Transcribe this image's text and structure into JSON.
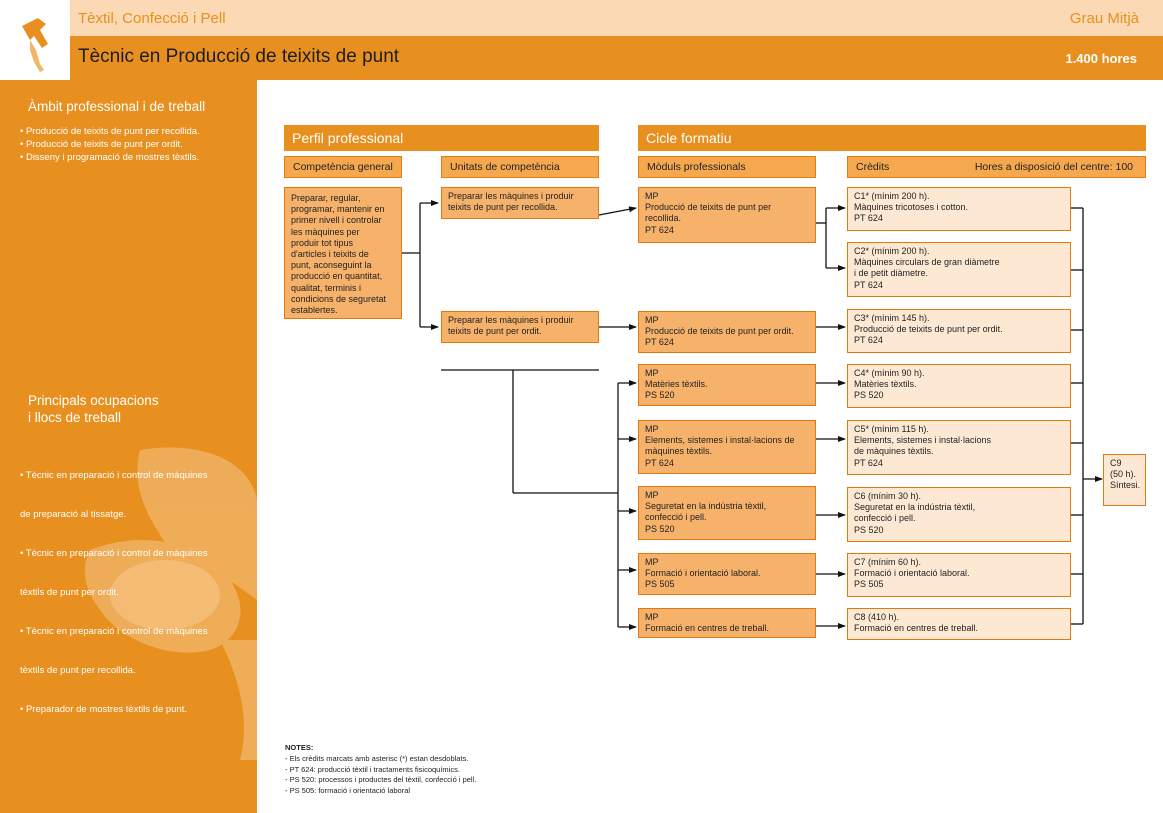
{
  "header": {
    "family": "Tèxtil, Confecció i Pell",
    "grade": "Grau Mitjà",
    "title": "Tècnic en Producció de teixits de punt",
    "hours": "1.400 hores"
  },
  "sidebar": {
    "ambit_title": "Àmbit professional i de treball",
    "ambit_items": [
      "• Producció de teixits de punt per recollida.",
      "• Producció de teixits de punt per ordit.",
      "• Disseny i programació de mostres tèxtils."
    ],
    "ocupacions_title_1": "Principals ocupacions",
    "ocupacions_title_2": "i llocs de treball",
    "ocupacions_items": [
      "• Tècnic en preparació i control de màquines",
      "  de preparació al tissatge.",
      "• Tècnic en preparació i control de màquines",
      "  tèxtils de punt per ordit.",
      "• Tècnic en preparació i control de màquines",
      "  tèxtils de punt per recollida.",
      "• Preparador de mostres tèxtils de punt."
    ]
  },
  "perfil": {
    "title": "Perfil professional",
    "competencia_header": "Competència general",
    "unitats_header": "Unitats de competència",
    "competencia_lines": [
      "Preparar, regular,",
      "programar, mantenir en",
      "primer nivell i controlar",
      "les màquines per",
      "produir tot tipus",
      "d'articles i teixits de",
      "punt, aconseguint la",
      "producció en quantitat,",
      "qualitat, terminis i",
      "condicions de seguretat",
      "establertes."
    ],
    "uc1_lines": [
      "Preparar les màquines i produir",
      "teixits de punt per recollida."
    ],
    "uc2_lines": [
      "Preparar les màquines i produir",
      "teixits de punt per ordit."
    ]
  },
  "cicle": {
    "title": "Cicle formatiu",
    "moduls_header": "Mòduls professionals",
    "credits_header": "Crèdits",
    "hores_centre": "Hores a disposició del centre: 100",
    "moduls": [
      {
        "lines": [
          "MP",
          "Producció de teixits de punt per",
          "recollida.",
          "PT 624"
        ]
      },
      {
        "lines": [
          "MP",
          "Producció de teixits de punt per ordit.",
          "PT 624"
        ]
      },
      {
        "lines": [
          "MP",
          "Matèries tèxtils.",
          "PS 520"
        ]
      },
      {
        "lines": [
          "MP",
          "Elements, sistemes i instal·lacions de",
          "màquines tèxtils.",
          "PT 624"
        ]
      },
      {
        "lines": [
          "MP",
          "Seguretat en la indústria tèxtil,",
          "confecció i pell.",
          "PS 520"
        ]
      },
      {
        "lines": [
          "MP",
          "Formació i orientació laboral.",
          "PS 505"
        ]
      },
      {
        "lines": [
          "MP",
          "Formació en centres de treball."
        ]
      }
    ],
    "credits": [
      {
        "lines": [
          "C1* (mínim 200 h).",
          "Màquines tricotoses i cotton.",
          "PT 624"
        ]
      },
      {
        "lines": [
          "C2* (mínim 200 h).",
          "Màquines circulars de gran diàmetre",
          "i de petit diàmetre.",
          "PT 624"
        ]
      },
      {
        "lines": [
          "C3* (mínim 145 h).",
          "Producció de teixits de punt per ordit.",
          "PT 624"
        ]
      },
      {
        "lines": [
          "C4* (mínim 90 h).",
          "Matèries tèxtils.",
          "PS 520"
        ]
      },
      {
        "lines": [
          "C5* (mínim 115 h).",
          "Elements, sistemes i instal·lacions",
          "de màquines tèxtils.",
          "PT 624"
        ]
      },
      {
        "lines": [
          "C6 (mínim 30 h).",
          "Seguretat en la indústria tèxtil,",
          "confecció i pell.",
          "PS 520"
        ]
      },
      {
        "lines": [
          "C7 (mínim 60 h).",
          "Formació i orientació laboral.",
          "PS 505"
        ]
      },
      {
        "lines": [
          "C8 (410 h).",
          "Formació en centres de treball."
        ]
      }
    ],
    "c9_lines": [
      "C9",
      "(50 h).",
      "Síntesi."
    ]
  },
  "notes": {
    "title": "NOTES:",
    "lines": [
      "- Els crèdits marcats amb asterisc (*) estan desdoblats.",
      "- PT 624: producció tèxtil i tractaments fisicoquímics.",
      "- PS 520: processos i productes del tèxtil, confecció i pell.",
      "- PS 505: formació i orientació laboral"
    ]
  },
  "colors": {
    "accent": "#e8901f",
    "light_accent": "#fbd9b4",
    "box_dark": "#f6b26b",
    "box_light": "#fde9d3"
  }
}
